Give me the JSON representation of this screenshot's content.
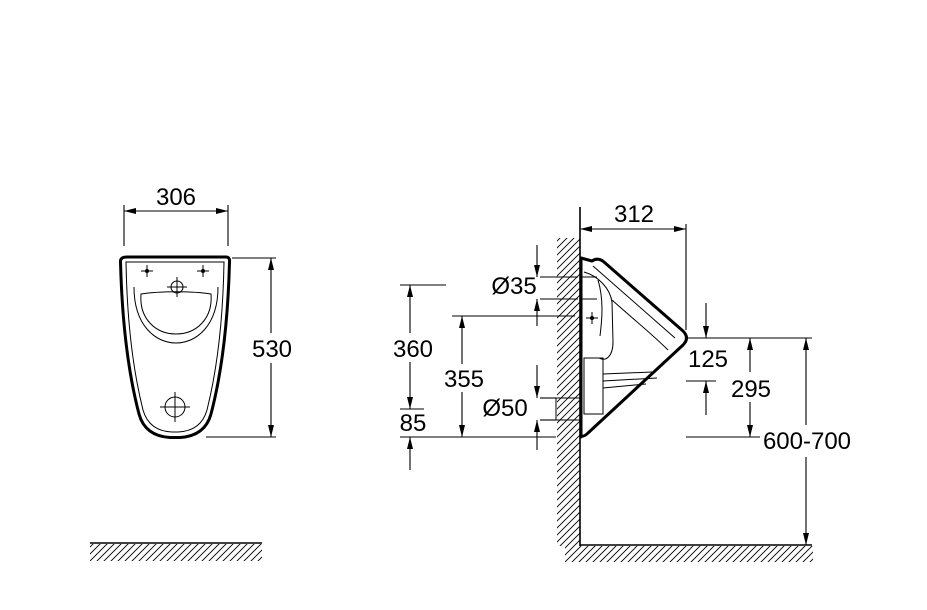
{
  "front_view": {
    "width_label": "306",
    "height_label": "530"
  },
  "side_view": {
    "depth_label": "312",
    "inlet_diameter_label": "Ø35",
    "inlet_height_label": "360",
    "outlet_height_label": "355",
    "outlet_offset_label": "85",
    "outlet_diameter_label": "Ø50",
    "rim_offset_label": "125",
    "rim_to_outlet_label": "295",
    "rim_height_label": "600-700"
  }
}
